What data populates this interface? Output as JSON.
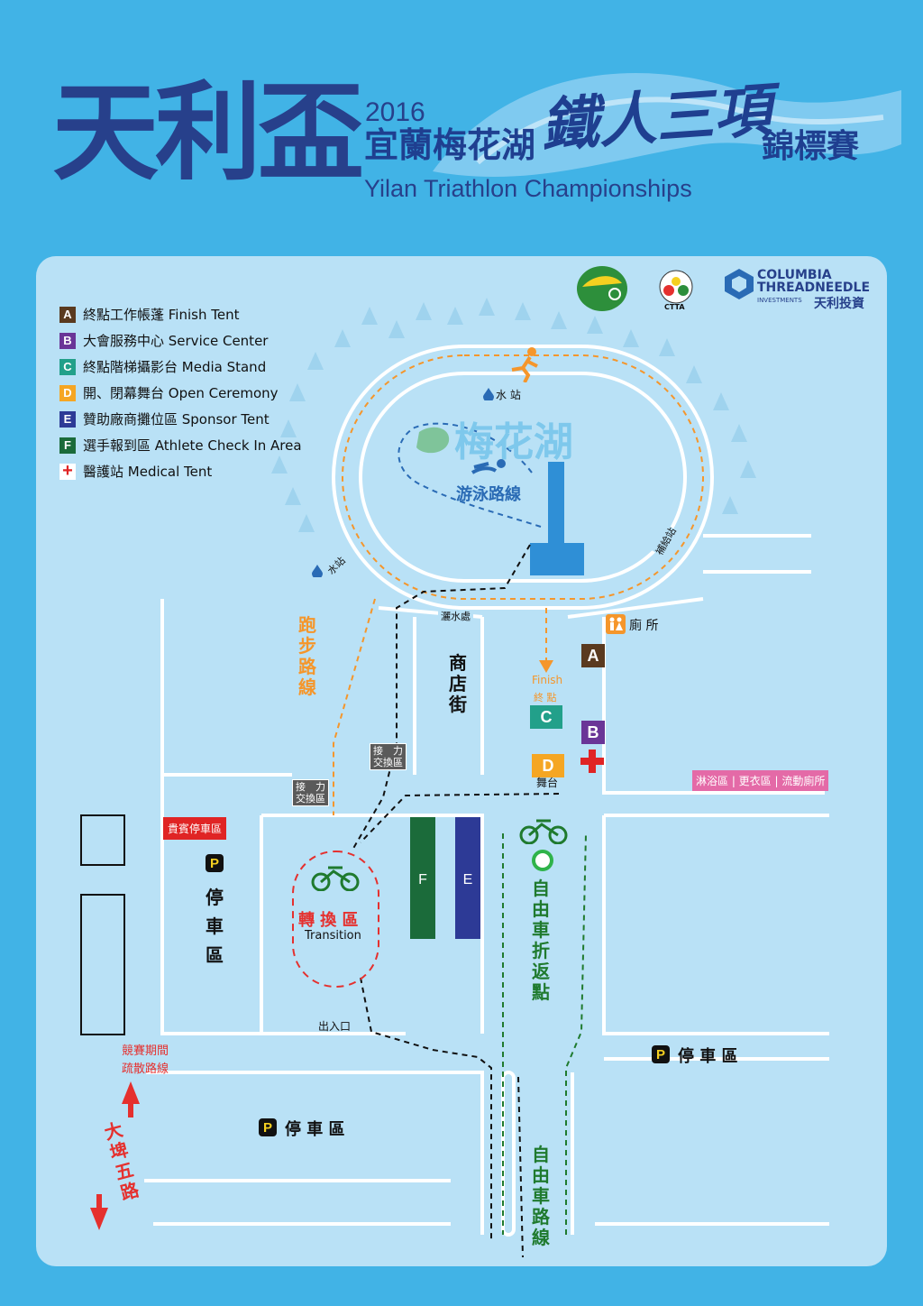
{
  "header": {
    "main_title": "天利盃",
    "year": "2016",
    "venue_zh": "宜蘭梅花湖",
    "event_zh": "鐵人三項",
    "champ_zh": "錦標賽",
    "title_en": "Yilan Triathlon Championships"
  },
  "sponsors": {
    "ctta_label": "CTTA",
    "columbia_line1": "COLUMBIA",
    "columbia_line2": "THREADNEEDLE",
    "columbia_line3": "INVESTMENTS",
    "columbia_zh": "天利投資"
  },
  "legend": [
    {
      "key": "A",
      "label": "終點工作帳蓬  Finish Tent",
      "color": "#5a3a1f"
    },
    {
      "key": "B",
      "label": "大會服務中心  Service Center",
      "color": "#6a3597"
    },
    {
      "key": "C",
      "label": "終點階梯攝影台  Media Stand",
      "color": "#22a08a"
    },
    {
      "key": "D",
      "label": "開、閉幕舞台  Open Ceremony",
      "color": "#f5a623"
    },
    {
      "key": "E",
      "label": "贊助廠商攤位區  Sponsor Tent",
      "color": "#2d3a96"
    },
    {
      "key": "F",
      "label": "選手報到區  Athlete Check In Area",
      "color": "#1b6b3a"
    },
    {
      "key": "+",
      "label": "醫護站  Medical Tent",
      "color": "#e02424"
    }
  ],
  "map_labels": {
    "lake": "梅花湖",
    "swim_route": "游泳路線",
    "water_station_top": "水 站",
    "water_station_left": "水站",
    "water_station_right": "補給站",
    "run_route": [
      "跑",
      "步",
      "路",
      "線"
    ],
    "shop_street": [
      "商",
      "店",
      "街"
    ],
    "sprinkler": "灑水處",
    "toilet": "廁 所",
    "finish_en": "Finish",
    "finish_zh": "終 點",
    "stage": "舞台",
    "handover_1": "接　力\n交換區",
    "handover_2": "接　力\n交換區",
    "vip_parking": "貴賓停車區",
    "parking_left": [
      "停",
      "車",
      "區"
    ],
    "transition_zh": "轉 換 區",
    "transition_en": "Transition",
    "bike_turn": [
      "自",
      "由",
      "車",
      "折",
      "返",
      "點"
    ],
    "entry_exit": "出入口",
    "shower": "淋浴區 | 更衣區 | 流動廁所",
    "parking_right": "停 車 區",
    "parking_bottom": "停 車 區",
    "evac_route": "競賽期間\n疏散路線",
    "dapi_road": [
      "大",
      "埤",
      "五",
      "路"
    ],
    "bike_route": [
      "自",
      "由",
      "車",
      "路",
      "線"
    ]
  },
  "colors": {
    "run": "#f5962b",
    "swim": "#2a6bb5",
    "bike": "#1f7a2e",
    "transition": "#e5302e",
    "road": "#ffffff"
  }
}
